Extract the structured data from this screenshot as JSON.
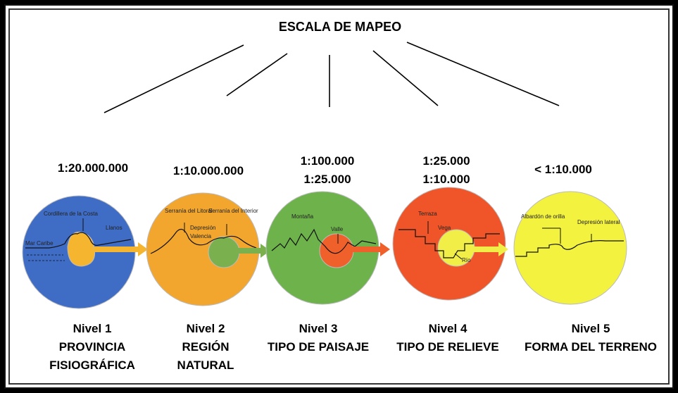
{
  "title": "ESCALA DE MAPEO",
  "levels": [
    {
      "scale": [
        "1:20.000.000"
      ],
      "level": "Nivel 1",
      "name": [
        "PROVINCIA",
        "FISIOGRÁFICA"
      ],
      "circle_color": "#3f6cc4",
      "inner_color": "#f6b52e",
      "labels": [
        "Cordillera de la Costa",
        "Llanos",
        "Mar Caribe"
      ]
    },
    {
      "scale": [
        "1:10.000.000"
      ],
      "level": "Nivel 2",
      "name": [
        "REGIÓN",
        "NATURAL"
      ],
      "circle_color": "#f2a62e",
      "inner_color": "#7bb04e",
      "labels": [
        "Serranía del Litoral",
        "Serranía del Interior",
        "Depresión",
        "Valencia"
      ]
    },
    {
      "scale": [
        "1:100.000",
        "1:25.000"
      ],
      "level": "Nivel 3",
      "name": [
        "TIPO DE PAISAJE"
      ],
      "circle_color": "#6db24a",
      "inner_color": "#f0602a",
      "labels": [
        "Montaña",
        "Valle"
      ]
    },
    {
      "scale": [
        "1:25.000",
        "1:10.000"
      ],
      "level": "Nivel 4",
      "name": [
        "TIPO DE RELIEVE"
      ],
      "circle_color": "#ef5528",
      "inner_color": "#f1ee48",
      "labels": [
        "Terraza",
        "Vega",
        "Río"
      ]
    },
    {
      "scale": [
        "< 1:10.000"
      ],
      "level": "Nivel 5",
      "name": [
        "FORMA DEL TERRENO"
      ],
      "circle_color": "#f3f23f",
      "inner_color": "",
      "labels": [
        "Albardón de orilla",
        "Depresión lateral"
      ]
    }
  ]
}
